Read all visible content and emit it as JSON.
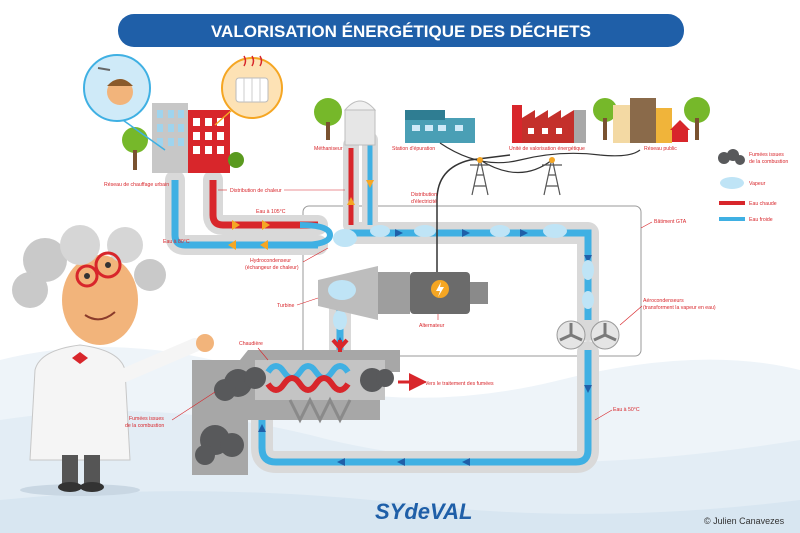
{
  "title": "VALORISATION ÉNERGÉTIQUE DES DÉCHETS",
  "labels": {
    "reseau_chauffage": "Réseau de chauffage urbain",
    "distribution_chaleur": "Distribution de chaleur",
    "methaniseur": "Méthaniseur",
    "station_epuration": "Station d'épuration",
    "unite_valorisation": "Unité de valorisation énergétique",
    "reseau_public": "Réseau public",
    "distribution_electricite_1": "Distribution",
    "distribution_electricite_2": "d'électricité",
    "batiment_gta": "Bâtiment GTA",
    "eau_105": "Eau à 105°C",
    "eau_80": "Eau à 80°C",
    "hydrocondenseur_1": "Hydrocondenseur",
    "hydrocondenseur_2": "(échangeur de chaleur)",
    "turbine": "Turbine",
    "alternateur": "Alternateur",
    "aerocondenseurs_1": "Aérocondenseurs",
    "aerocondenseurs_2": "(transforment la vapeur en eau)",
    "chaudiere": "Chaudière",
    "vers_traitement": "Vers le traitement des fumées",
    "fumees_1": "Fumées issues",
    "fumees_2": "de la combustion",
    "eau_50": "Eau à 50°C"
  },
  "legend": [
    {
      "text": "Fumées issues de la combustion",
      "line1": "Fumées issues",
      "line2": "de la combustion",
      "kind": "smoke",
      "color": "#58595b"
    },
    {
      "text": "Vapeur",
      "line1": "Vapeur",
      "line2": "",
      "kind": "steam",
      "color": "#bfe4f6"
    },
    {
      "text": "Eau chaude",
      "line1": "Eau chaude",
      "line2": "",
      "kind": "hot",
      "color": "#d8262b"
    },
    {
      "text": "Eau froide",
      "line1": "Eau froide",
      "line2": "",
      "kind": "cold",
      "color": "#3fb0e3"
    }
  ],
  "logo": "SYDEVAL",
  "credit": "© Julien Canavezes",
  "colors": {
    "title_bg": "#1f5fa8",
    "hot_water": "#d8262b",
    "cold_water": "#3fb0e3",
    "steam": "#bfe4f6",
    "smoke": "#58595b",
    "pipe_casing": "#d9d9d9",
    "label_red": "#d8262b",
    "tree_green": "#76b82a",
    "arrow_blue": "#1f5fa8"
  }
}
